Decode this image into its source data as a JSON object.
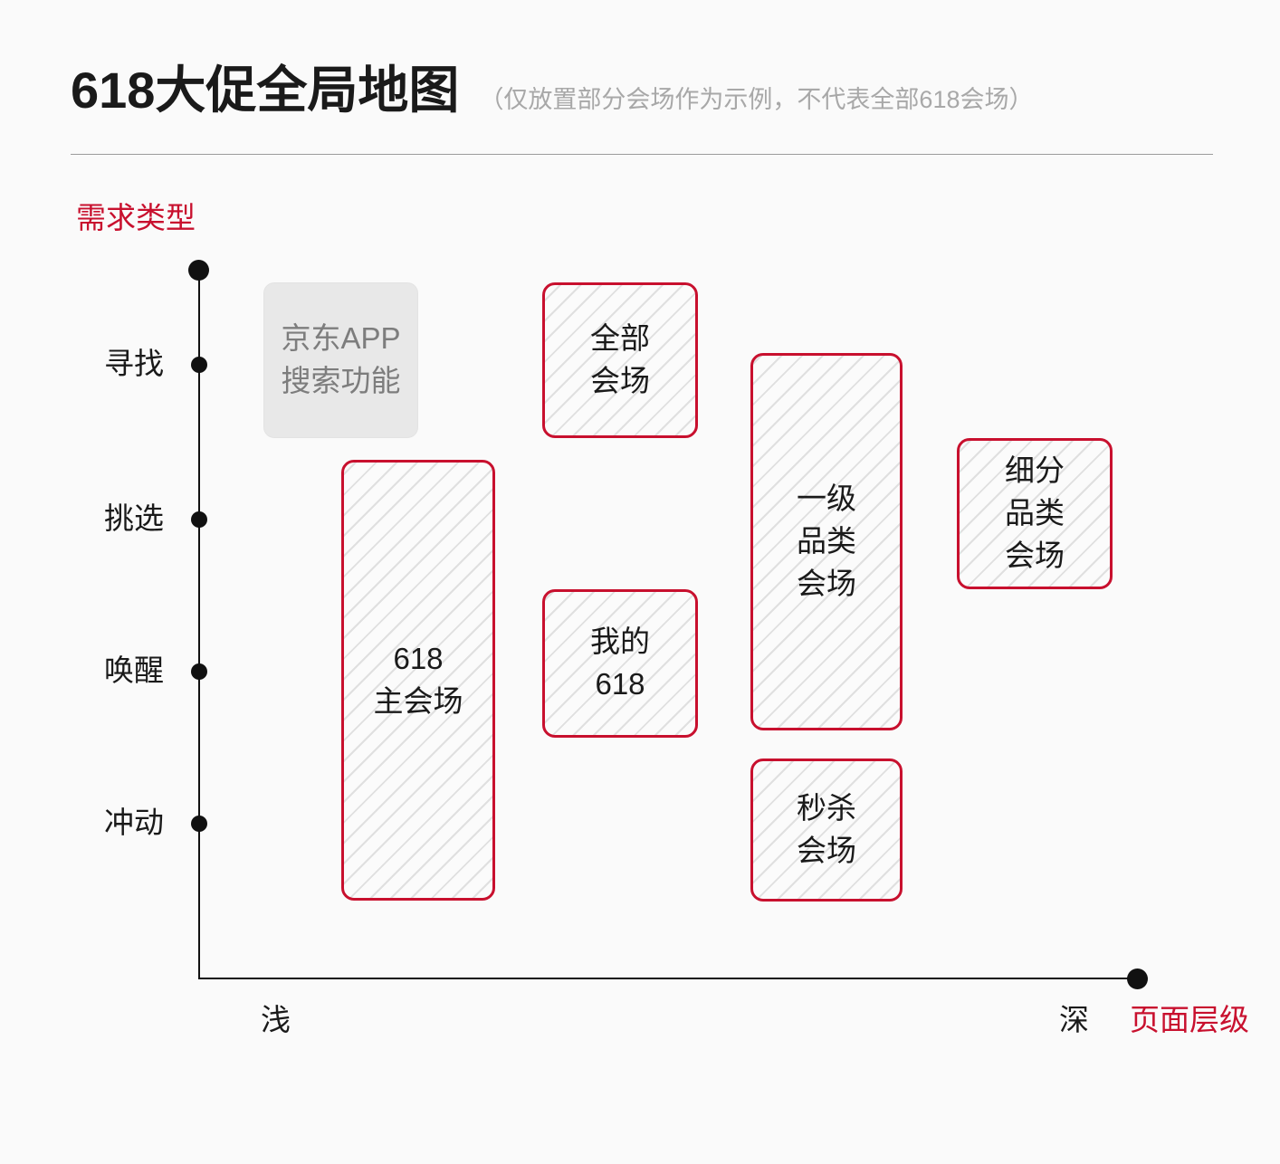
{
  "header": {
    "title": "618大促全局地图",
    "subtitle": "（仅放置部分会场作为示例，不代表全部618会场）"
  },
  "chart_data": {
    "type": "scatter",
    "title": "618大促全局地图",
    "subtitle": "（仅放置部分会场作为示例，不代表全部618会场）",
    "ylabel": "需求类型",
    "xlabel": "页面层级",
    "yticks": [
      "寻找",
      "挑选",
      "唤醒",
      "冲动"
    ],
    "xticks": [
      "浅",
      "深"
    ],
    "grid": false,
    "legend": "none",
    "axis_color": "#111111",
    "accent_color": "#c8102e",
    "items": [
      {
        "id": "jd-app-search",
        "label": "京东APP\n搜索功能",
        "style": "gray",
        "x_range": [
          "浅",
          "浅"
        ],
        "y_range": [
          "寻找",
          "寻找"
        ]
      },
      {
        "id": "618-main-venue",
        "label": "618\n主会场",
        "style": "hatched",
        "x_range": [
          "浅",
          "浅"
        ],
        "y_range": [
          "挑选",
          "冲动"
        ]
      },
      {
        "id": "all-venues",
        "label": "全部\n会场",
        "style": "hatched",
        "x_range": [
          "浅-中",
          "浅-中"
        ],
        "y_range": [
          "寻找",
          "寻找"
        ]
      },
      {
        "id": "my-618",
        "label": "我的\n618",
        "style": "hatched",
        "x_range": [
          "浅-中",
          "浅-中"
        ],
        "y_range": [
          "唤醒",
          "唤醒"
        ]
      },
      {
        "id": "first-level-category-venue",
        "label": "一级\n品类\n会场",
        "style": "hatched",
        "x_range": [
          "中-深",
          "中-深"
        ],
        "y_range": [
          "挑选",
          "唤醒"
        ]
      },
      {
        "id": "flash-sale-venue",
        "label": "秒杀\n会场",
        "style": "hatched",
        "x_range": [
          "中-深",
          "中-深"
        ],
        "y_range": [
          "冲动",
          "冲动"
        ]
      },
      {
        "id": "sub-category-venue",
        "label": "细分\n品类\n会场",
        "style": "hatched",
        "x_range": [
          "深",
          "深"
        ],
        "y_range": [
          "挑选",
          "挑选"
        ]
      }
    ]
  }
}
